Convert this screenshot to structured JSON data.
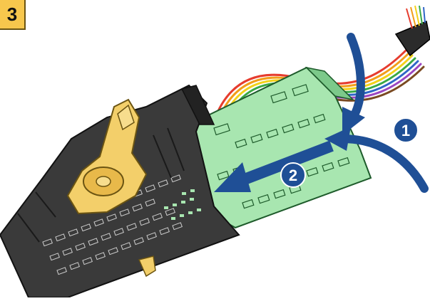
{
  "step_badge": {
    "label": "3"
  },
  "callouts": [
    {
      "label": "1"
    },
    {
      "label": "2"
    }
  ],
  "colors": {
    "badge_fill": "#f7c74d",
    "housing_dark": "#3a3a3a",
    "pcb_green": "#a8e6b0",
    "arrow_blue": "#1f4f96",
    "latch_yellow": "#f3cf6a",
    "callout_fill": "#1f4f96"
  },
  "wire_colors": [
    "#e63c2e",
    "#f29e1a",
    "#f2d21a",
    "#39a845",
    "#2f66c7",
    "#9b46c0",
    "#7a4a22",
    "#8a8a8a"
  ]
}
